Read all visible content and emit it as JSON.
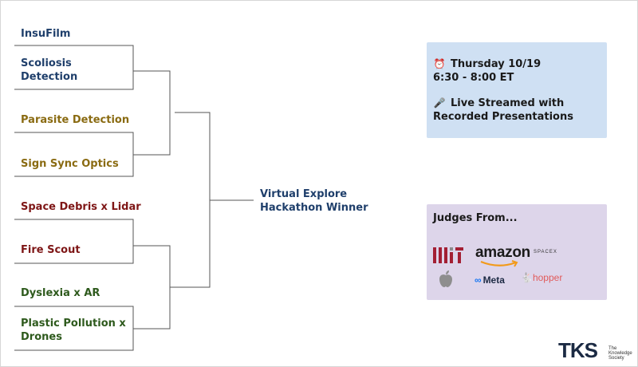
{
  "teams": [
    {
      "line1": "InsuFilm",
      "line2": ""
    },
    {
      "line1": "Scoliosis",
      "line2": "Detection"
    },
    {
      "line1": "Parasite Detection",
      "line2": ""
    },
    {
      "line1": "Sign Sync Optics",
      "line2": ""
    },
    {
      "line1": "Space Debris x Lidar",
      "line2": ""
    },
    {
      "line1": "Fire Scout",
      "line2": ""
    },
    {
      "line1": "Dyslexia x AR",
      "line2": ""
    },
    {
      "line1": "Plastic Pollution x",
      "line2": "Drones"
    }
  ],
  "winner": {
    "line1": "Virtual Explore",
    "line2": "Hackathon Winner"
  },
  "event_card": {
    "date_icon": "⏰",
    "date": "Thursday 10/19",
    "time": "6:30 - 8:00 ET",
    "stream_icon": "🎤",
    "stream_line1": "Live Streamed with",
    "stream_line2": "Recorded Presentations"
  },
  "judges_card": {
    "title": "Judges From...",
    "logos": {
      "mit": "MIT-logo",
      "amazon": "amazon",
      "spacex": "SPACEX",
      "apple": "apple-logo",
      "meta": "Meta",
      "hopper": "hopper"
    }
  },
  "brand": {
    "mark": "TKS",
    "sub1": "The",
    "sub2": "Knowledge",
    "sub3": "Society"
  },
  "colors": {
    "blue": "#1f3f6b",
    "gold": "#8a6b12",
    "red": "#7e1616",
    "green": "#2e5a1d",
    "event_bg": "#cfe0f3",
    "judges_bg": "#ddd5ea"
  }
}
